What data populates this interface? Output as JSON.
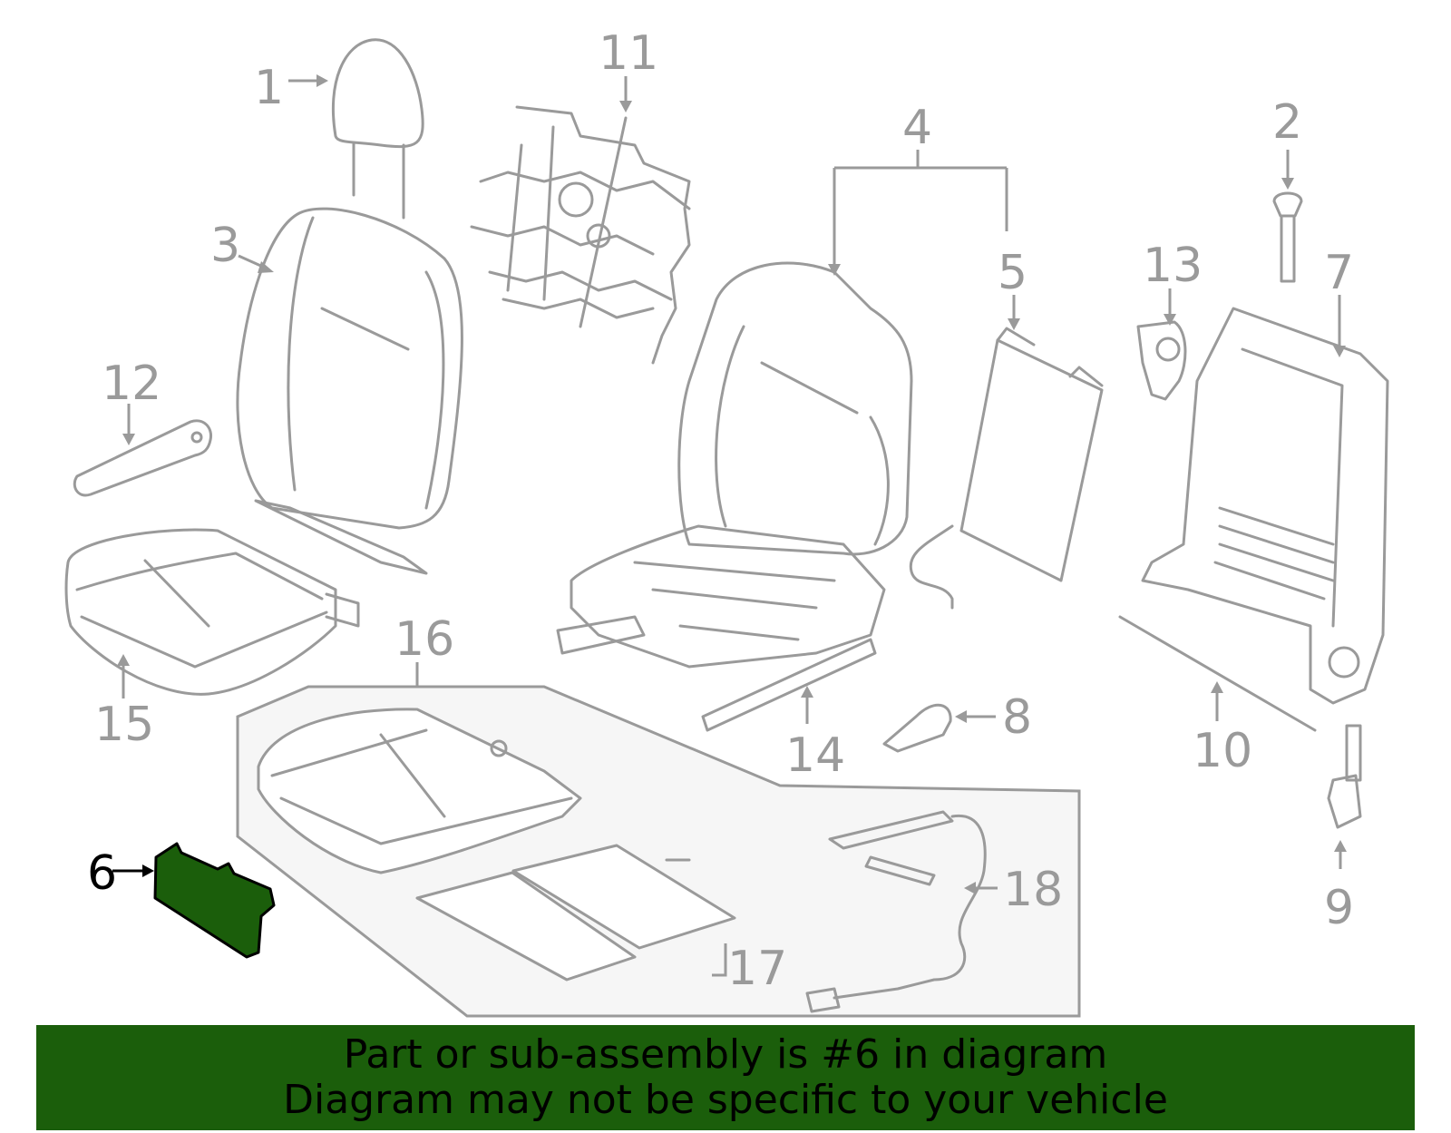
{
  "banner": {
    "line1": "Part or sub-assembly is #6 in diagram",
    "line2": "Diagram may not be specific to your vehicle"
  },
  "callouts": {
    "c1": "1",
    "c2": "2",
    "c3": "3",
    "c4": "4",
    "c5": "5",
    "c6": "6",
    "c7": "7",
    "c8": "8",
    "c9": "9",
    "c10": "10",
    "c11": "11",
    "c12": "12",
    "c13": "13",
    "c14": "14",
    "c15": "15",
    "c16": "16",
    "c17": "17",
    "c18": "18"
  },
  "highlighted_part": "6",
  "colors": {
    "highlight": "#1b5e0b",
    "line_art": "#9a9a9a",
    "banner": "#1b5e0b"
  }
}
